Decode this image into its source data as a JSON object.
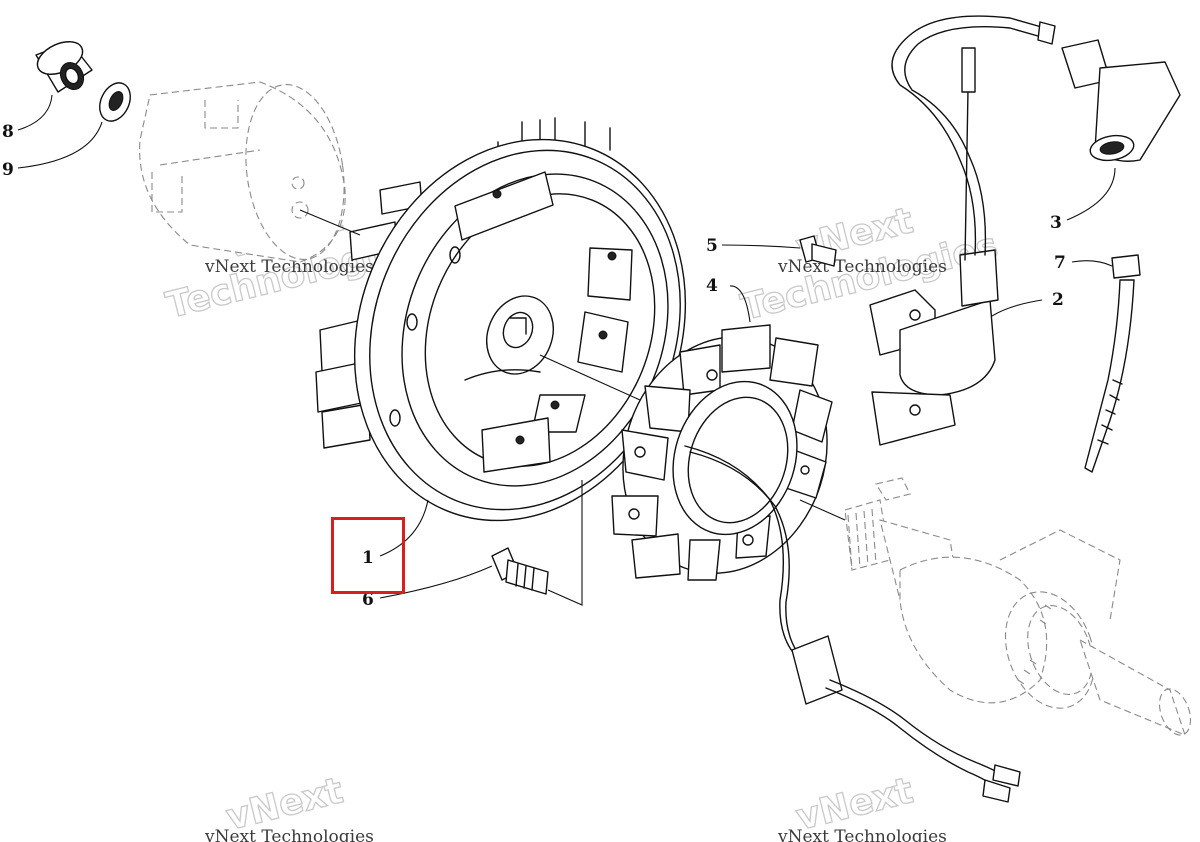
{
  "callouts": {
    "c1": "1",
    "c2": "2",
    "c3": "3",
    "c4": "4",
    "c5": "5",
    "c6": "6",
    "c7": "7",
    "c8": "8",
    "c9": "9"
  },
  "watermark": {
    "brand_line": "vNext Technologies",
    "big_line1": "vNext",
    "big_line2": "Technologies"
  },
  "highlight": {
    "color": "#d81e1e",
    "target_callout": "1"
  }
}
